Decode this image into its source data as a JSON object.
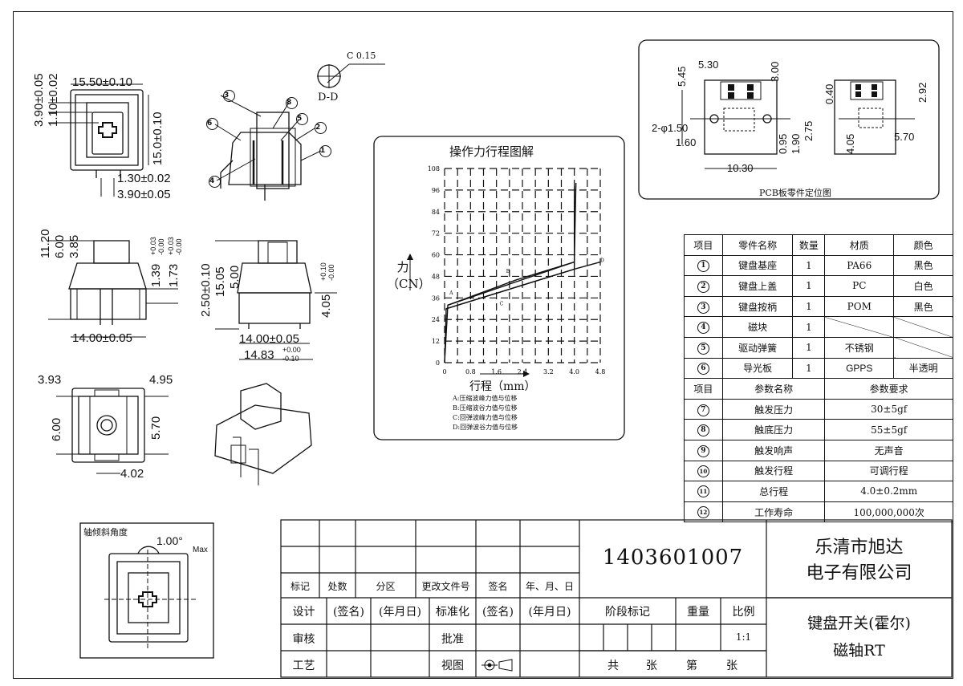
{
  "top_view": {
    "dims": [
      "3.90±0.05",
      "1.10±0.02",
      "15.50±0.10",
      "15.0±0.10",
      "1.30±0.02",
      "3.90±0.05"
    ]
  },
  "section": {
    "label": "C 0.15",
    "view": "D-D",
    "callouts": [
      "3",
      "6",
      "4",
      "8",
      "5",
      "2",
      "1"
    ]
  },
  "side_view_left": {
    "dims": [
      "11.20",
      "6.00",
      "3.85",
      "1.39",
      "+0.03",
      "-0.00",
      "1.73",
      "+0.03",
      "-0.00",
      "14.00±0.05"
    ]
  },
  "side_view_right": {
    "dims": [
      "2.50±0.10",
      "15.05",
      "5.00",
      "4.05",
      "+0.10",
      "-0.00",
      "14.00±0.05",
      "14.83",
      "+0.00",
      "-0.10"
    ]
  },
  "bottom_view": {
    "dims": [
      "3.93",
      "4.95",
      "6.00",
      "5.70",
      "4.02"
    ]
  },
  "tilt": {
    "title": "轴倾斜角度",
    "value": "1.00°",
    "suffix": "Max"
  },
  "pcb": {
    "caption": "PCB板零件定位图",
    "dims_left": [
      "5.30",
      "5.45",
      "3.00",
      "2-φ1.50",
      "1.60",
      "0.95",
      "1.90",
      "2.75",
      "10.30"
    ],
    "dims_right": [
      "0.40",
      "2.92",
      "4.05",
      "5.70"
    ]
  },
  "chart_data": {
    "type": "line",
    "title": "操作力行程图解",
    "xlabel": "行程（mm）",
    "ylabel": "力（CN）",
    "x_ticks": [
      "0",
      "0.4",
      "0.8",
      "1.2",
      "1.6",
      "2.0",
      "2.4",
      "2.8",
      "3.2",
      "3.6",
      "4.0",
      "4.4",
      "4.8"
    ],
    "x_tick_labels_shown": [
      "0",
      "0.8",
      "1.6",
      "2.4",
      "3.2",
      "4.0",
      "4.8"
    ],
    "y_ticks": [
      "0",
      "12",
      "24",
      "36",
      "48",
      "60",
      "72",
      "84",
      "96",
      "108"
    ],
    "xlim": [
      0,
      4.8
    ],
    "ylim": [
      0,
      108
    ],
    "series": [
      {
        "name": "A",
        "x": [
          0,
          0.1,
          4.0,
          4.05
        ],
        "y": [
          0,
          32,
          56,
          100
        ]
      },
      {
        "name": "B",
        "x": [
          0.1,
          2.2,
          4.0
        ],
        "y": [
          32,
          46,
          56
        ]
      },
      {
        "name": "C",
        "x": [
          0,
          0.05,
          4.0,
          4.0
        ],
        "y": [
          0,
          30,
          52,
          98
        ]
      },
      {
        "name": "D",
        "x": [
          0.05,
          4.0,
          4.8
        ],
        "y": [
          30,
          52,
          56
        ]
      }
    ],
    "point_labels": [
      "A",
      "B",
      "C",
      "D"
    ],
    "legend": [
      "A:压缩波峰力值与位移",
      "B:压缩波谷力值与位移",
      "C:回弹波峰力值与位移",
      "D:回弹波谷力值与位移"
    ]
  },
  "spec_table": {
    "headers": [
      "项目",
      "零件名称",
      "数量",
      "材质",
      "颜色"
    ],
    "parts": [
      {
        "no": "1",
        "name": "键盘基座",
        "qty": "1",
        "material": "PA66",
        "color": "黑色"
      },
      {
        "no": "2",
        "name": "键盘上盖",
        "qty": "1",
        "material": "PC",
        "color": "白色"
      },
      {
        "no": "3",
        "name": "键盘按柄",
        "qty": "1",
        "material": "POM",
        "color": "黑色"
      },
      {
        "no": "4",
        "name": "磁块",
        "qty": "1",
        "material": "",
        "color": ""
      },
      {
        "no": "5",
        "name": "驱动弹簧",
        "qty": "1",
        "material": "不锈钢",
        "color": ""
      },
      {
        "no": "6",
        "name": "导光板",
        "qty": "1",
        "material": "GPPS",
        "color": "半透明"
      }
    ],
    "param_headers": [
      "项目",
      "参数名称",
      "参数要求"
    ],
    "params": [
      {
        "no": "7",
        "name": "触发压力",
        "value": "30±5gf"
      },
      {
        "no": "8",
        "name": "触底压力",
        "value": "55±5gf"
      },
      {
        "no": "9",
        "name": "触发响声",
        "value": "无声音"
      },
      {
        "no": "10",
        "name": "触发行程",
        "value": "可调行程"
      },
      {
        "no": "11",
        "name": "总行程",
        "value": "4.0±0.2mm"
      },
      {
        "no": "12",
        "name": "工作寿命",
        "value": "100,000,000次"
      }
    ]
  },
  "title_block": {
    "rev_headers": [
      "标记",
      "处数",
      "分区",
      "更改文件号",
      "签名",
      "年、月、日"
    ],
    "drawing_no": "1403601007",
    "company_line1": "乐清市旭达",
    "company_line2": "电子有限公司",
    "row_design": [
      "设计",
      "(签名)",
      "(年月日)",
      "标准化",
      "(签名)",
      "(年月日)"
    ],
    "stage_label": "阶段标记",
    "weight_label": "重量",
    "scale_label": "比例",
    "scale_value": "1:1",
    "review": "审核",
    "approve": "批准",
    "craft": "工艺",
    "view_label": "视图",
    "sheets": [
      "共",
      "张",
      "第",
      "张"
    ],
    "product_line1": "键盘开关(霍尔)",
    "product_line2": "磁轴RT"
  }
}
